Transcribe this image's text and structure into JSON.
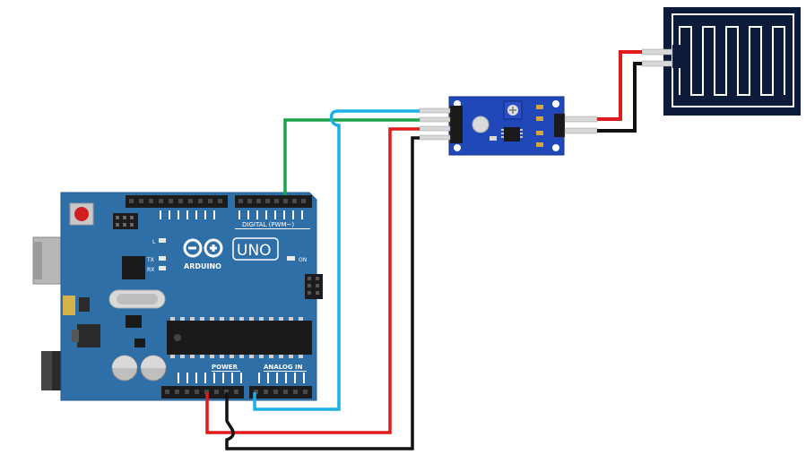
{
  "arduino": {
    "logo_text": "ARDUINO",
    "model_label": "UNO",
    "digital_header_label": "DIGITAL (PWM~)",
    "power_label": "POWER",
    "analog_label": "ANALOG IN",
    "on_label": "ON",
    "l_label": "L",
    "tx_label": "TX",
    "rx_label": "RX",
    "board_color": "#2f6fa8",
    "header_color": "#1c1c1c"
  },
  "wires": {
    "data_color": "#1aa34a",
    "analog_color": "#1ab0e6",
    "vcc_color": "#e01b1b",
    "gnd_color": "#111111"
  },
  "module": {
    "board_color": "#2148b9"
  },
  "sensor_plate": {
    "background": "#0d1b3a",
    "trace_color": "#ffffff"
  }
}
